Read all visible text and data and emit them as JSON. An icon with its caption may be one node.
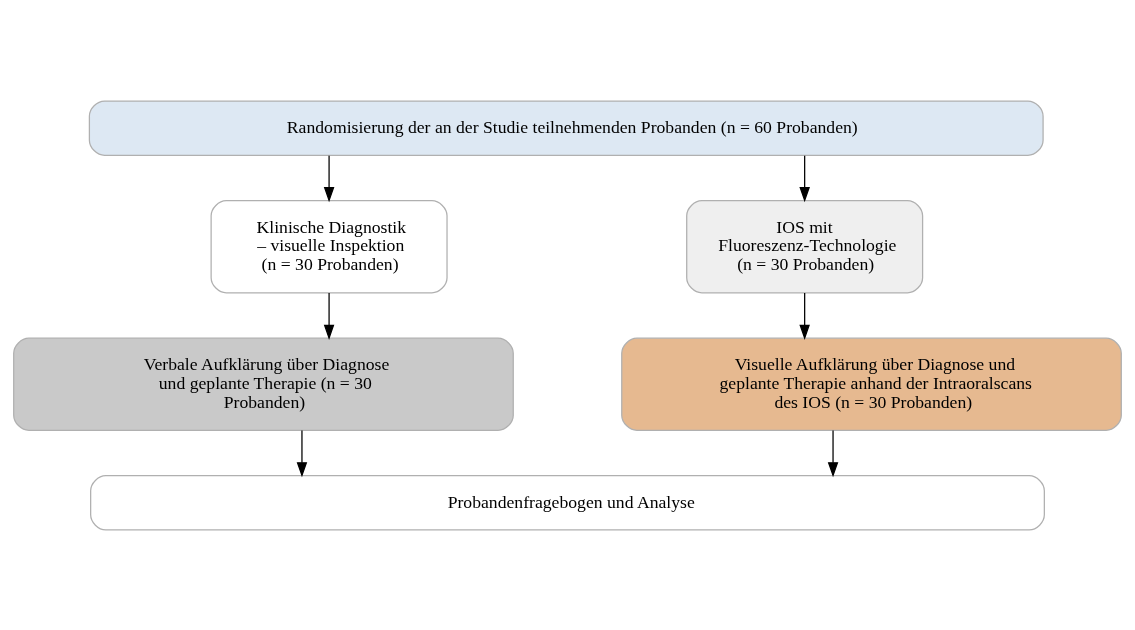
{
  "diagram": {
    "nodes": [
      {
        "text": [
          "Randomisierung der an der Studie teilnehmenden Probanden (n = 60 Probanden)"
        ]
      },
      {
        "text": [
          "Klinische Diagnostik – visuelle Inspektion (n = 30 Probanden)"
        ]
      },
      {
        "text": [
          "IOS mit Fluoreszenz-Technologie (n = 30 Probanden)"
        ]
      },
      {
        "text": [
          "Verbale Aufklärung über Diagnose und geplante Therapie (n = 30 Probanden)"
        ]
      },
      {
        "text": [
          "Visuelle Aufklärung über Diagnose und geplante Therapie anhand der Intraoralscans des IOS (n = 30 Probanden)"
        ]
      },
      {
        "text": [
          "Probandenfragebogen und Analyse"
        ]
      }
    ],
    "edges": [
      {
        "from": 0,
        "to": 1,
        "arrow": "to"
      },
      {
        "from": 0,
        "to": 2,
        "arrow": "to"
      },
      {
        "from": 1,
        "to": 3,
        "arrow": "to"
      },
      {
        "from": 2,
        "to": 4,
        "arrow": "to"
      },
      {
        "from": 3,
        "to": 5,
        "arrow": "to"
      },
      {
        "from": 4,
        "to": 5,
        "arrow": "to"
      }
    ]
  }
}
